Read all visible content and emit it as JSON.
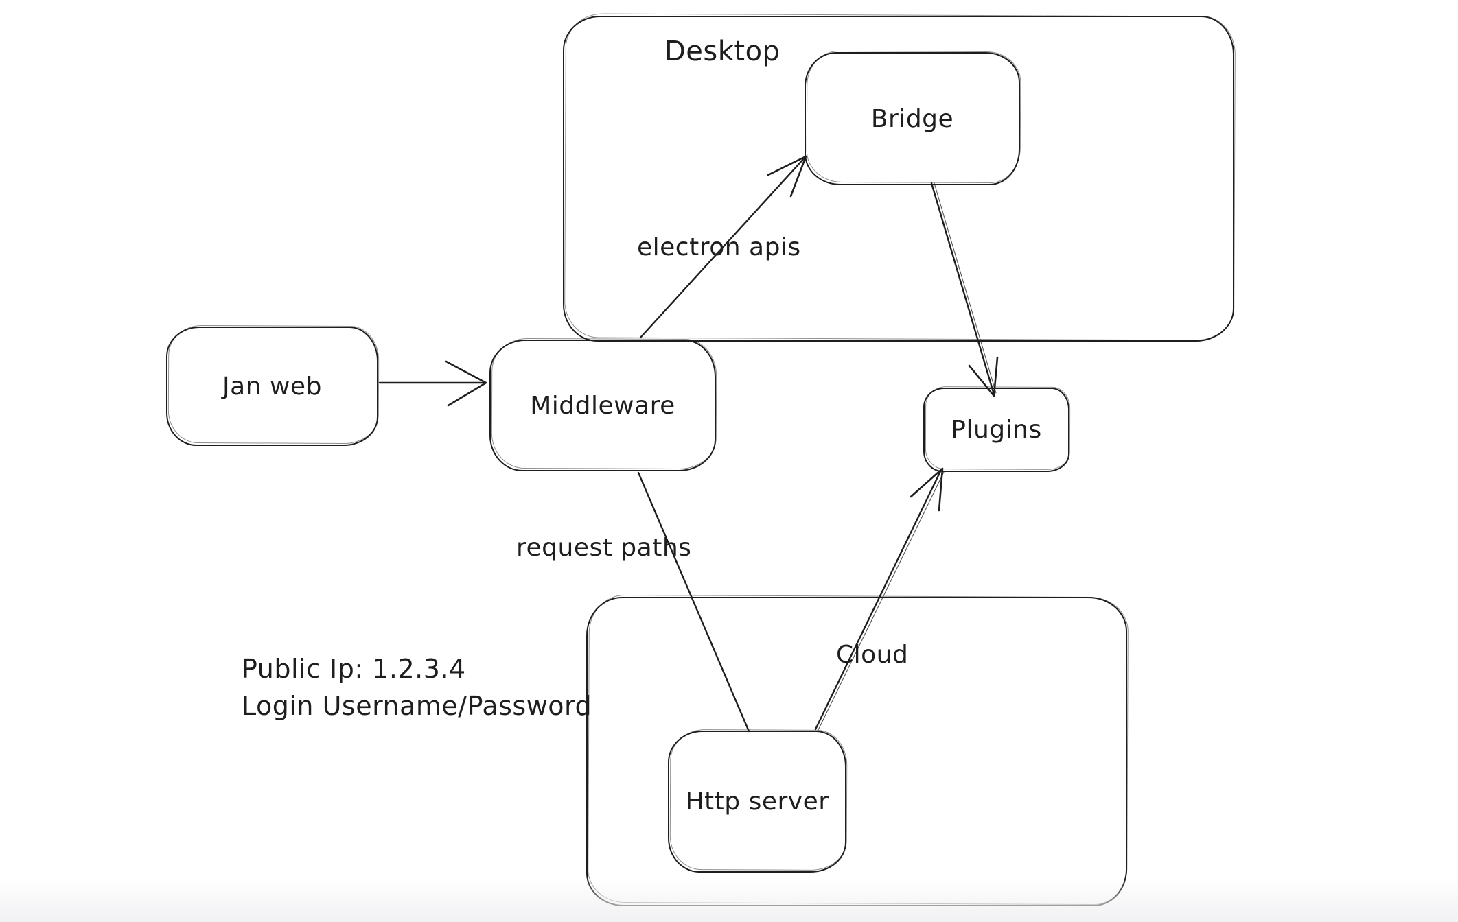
{
  "canvas": {
    "background": "#ffffff",
    "stroke_color": "#1e1e1e"
  },
  "containers": [
    {
      "id": "desktop",
      "label": "Desktop"
    },
    {
      "id": "cloud",
      "label": "Cloud"
    }
  ],
  "nodes": [
    {
      "id": "jan-web",
      "label": "Jan web"
    },
    {
      "id": "middleware",
      "label": "Middleware"
    },
    {
      "id": "bridge",
      "label": "Bridge"
    },
    {
      "id": "plugins",
      "label": "Plugins"
    },
    {
      "id": "http-server",
      "label": "Http server"
    }
  ],
  "edge_labels": [
    {
      "id": "electron-apis",
      "label": "electron apis"
    },
    {
      "id": "request-paths",
      "label": "request paths"
    }
  ],
  "annotations": {
    "public_ip": "Public Ip: 1.2.3.4",
    "login": "Login Username/Password"
  }
}
